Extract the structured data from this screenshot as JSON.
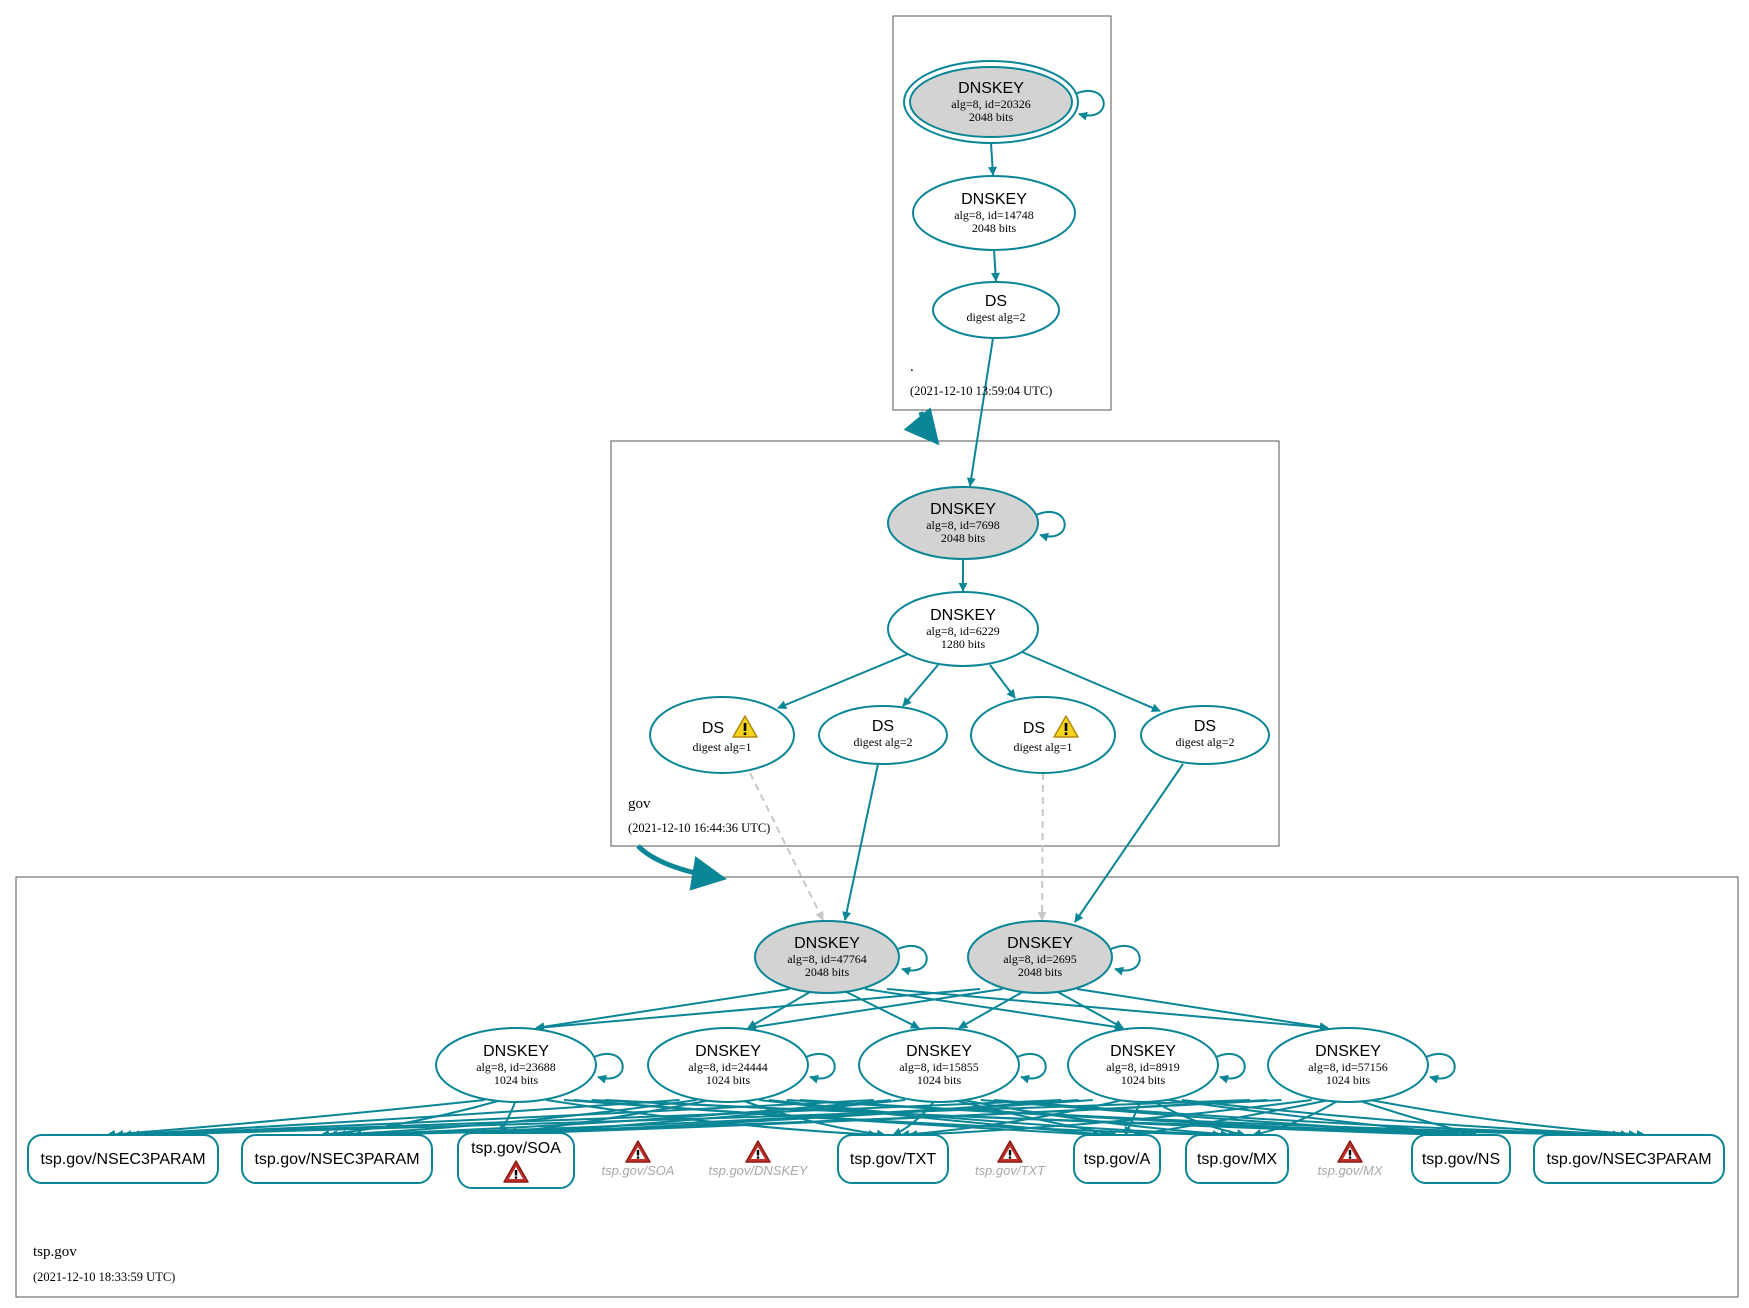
{
  "colors": {
    "edge": "#0a8696",
    "invalid_edge": "#c8c8c8",
    "trust_anchor_fill": "#d3d3d3",
    "warning_yellow": "#f5d320",
    "error_red": "#c0302a"
  },
  "zones": [
    {
      "id": "root",
      "name": ".",
      "timestamp": "(2021-12-10 13:59:04 UTC)",
      "nodes": [
        {
          "id": "r_k1",
          "kind": "DNSKEY",
          "title": "DNSKEY",
          "detail1": "alg=8, id=20326",
          "detail2": "2048 bits",
          "ksk": true,
          "trust_anchor": true
        },
        {
          "id": "r_k2",
          "kind": "DNSKEY",
          "title": "DNSKEY",
          "detail1": "alg=8, id=14748",
          "detail2": "2048 bits"
        },
        {
          "id": "r_ds",
          "kind": "DS",
          "title": "DS",
          "detail1": "digest alg=2"
        }
      ]
    },
    {
      "id": "gov",
      "name": "gov",
      "timestamp": "(2021-12-10 16:44:36 UTC)",
      "nodes": [
        {
          "id": "g_k1",
          "kind": "DNSKEY",
          "title": "DNSKEY",
          "detail1": "alg=8, id=7698",
          "detail2": "2048 bits",
          "ksk": true
        },
        {
          "id": "g_k2",
          "kind": "DNSKEY",
          "title": "DNSKEY",
          "detail1": "alg=8, id=6229",
          "detail2": "1280 bits"
        },
        {
          "id": "g_ds1",
          "kind": "DS",
          "title": "DS",
          "detail1": "digest alg=1",
          "warning": true
        },
        {
          "id": "g_ds2",
          "kind": "DS",
          "title": "DS",
          "detail1": "digest alg=2"
        },
        {
          "id": "g_ds3",
          "kind": "DS",
          "title": "DS",
          "detail1": "digest alg=1",
          "warning": true
        },
        {
          "id": "g_ds4",
          "kind": "DS",
          "title": "DS",
          "detail1": "digest alg=2"
        }
      ]
    },
    {
      "id": "tsp",
      "name": "tsp.gov",
      "timestamp": "(2021-12-10 18:33:59 UTC)",
      "nodes": [
        {
          "id": "t_ksk1",
          "kind": "DNSKEY",
          "title": "DNSKEY",
          "detail1": "alg=8, id=47764",
          "detail2": "2048 bits",
          "ksk": true
        },
        {
          "id": "t_ksk2",
          "kind": "DNSKEY",
          "title": "DNSKEY",
          "detail1": "alg=8, id=2695",
          "detail2": "2048 bits",
          "ksk": true
        },
        {
          "id": "t_z1",
          "kind": "DNSKEY",
          "title": "DNSKEY",
          "detail1": "alg=8, id=23688",
          "detail2": "1024 bits"
        },
        {
          "id": "t_z2",
          "kind": "DNSKEY",
          "title": "DNSKEY",
          "detail1": "alg=8, id=24444",
          "detail2": "1024 bits"
        },
        {
          "id": "t_z3",
          "kind": "DNSKEY",
          "title": "DNSKEY",
          "detail1": "alg=8, id=15855",
          "detail2": "1024 bits"
        },
        {
          "id": "t_z4",
          "kind": "DNSKEY",
          "title": "DNSKEY",
          "detail1": "alg=8, id=8919",
          "detail2": "1024 bits"
        },
        {
          "id": "t_z5",
          "kind": "DNSKEY",
          "title": "DNSKEY",
          "detail1": "alg=8, id=57156",
          "detail2": "1024 bits"
        }
      ],
      "rrsets": [
        {
          "id": "rr1",
          "label": "tsp.gov/NSEC3PARAM"
        },
        {
          "id": "rr2",
          "label": "tsp.gov/NSEC3PARAM"
        },
        {
          "id": "rr3",
          "label": "tsp.gov/SOA",
          "error": true
        },
        {
          "id": "rr4",
          "label": "tsp.gov/TXT"
        },
        {
          "id": "rr5",
          "label": "tsp.gov/A"
        },
        {
          "id": "rr6",
          "label": "tsp.gov/MX"
        },
        {
          "id": "rr7",
          "label": "tsp.gov/NS"
        },
        {
          "id": "rr8",
          "label": "tsp.gov/NSEC3PARAM"
        }
      ],
      "missing_rrsets": [
        {
          "id": "m1",
          "label": "tsp.gov/SOA"
        },
        {
          "id": "m2",
          "label": "tsp.gov/DNSKEY"
        },
        {
          "id": "m3",
          "label": "tsp.gov/TXT"
        },
        {
          "id": "m4",
          "label": "tsp.gov/MX"
        }
      ]
    }
  ]
}
